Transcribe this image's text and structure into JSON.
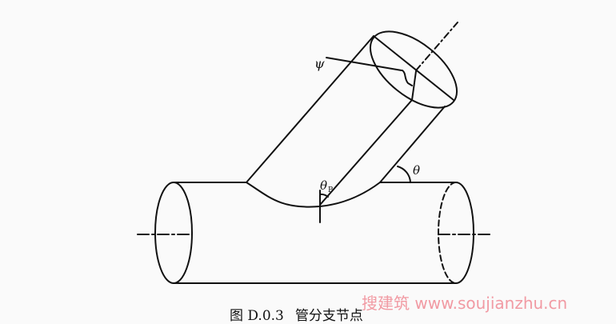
{
  "labels": {
    "psi": "ψ",
    "theta": "θ",
    "theta_b_main": "θ",
    "theta_b_sub": "B"
  },
  "caption": {
    "figure_number": "图 D.0.3",
    "title": "管分支节点"
  },
  "watermark": "搜建筑 www.soujianzhu.cn"
}
